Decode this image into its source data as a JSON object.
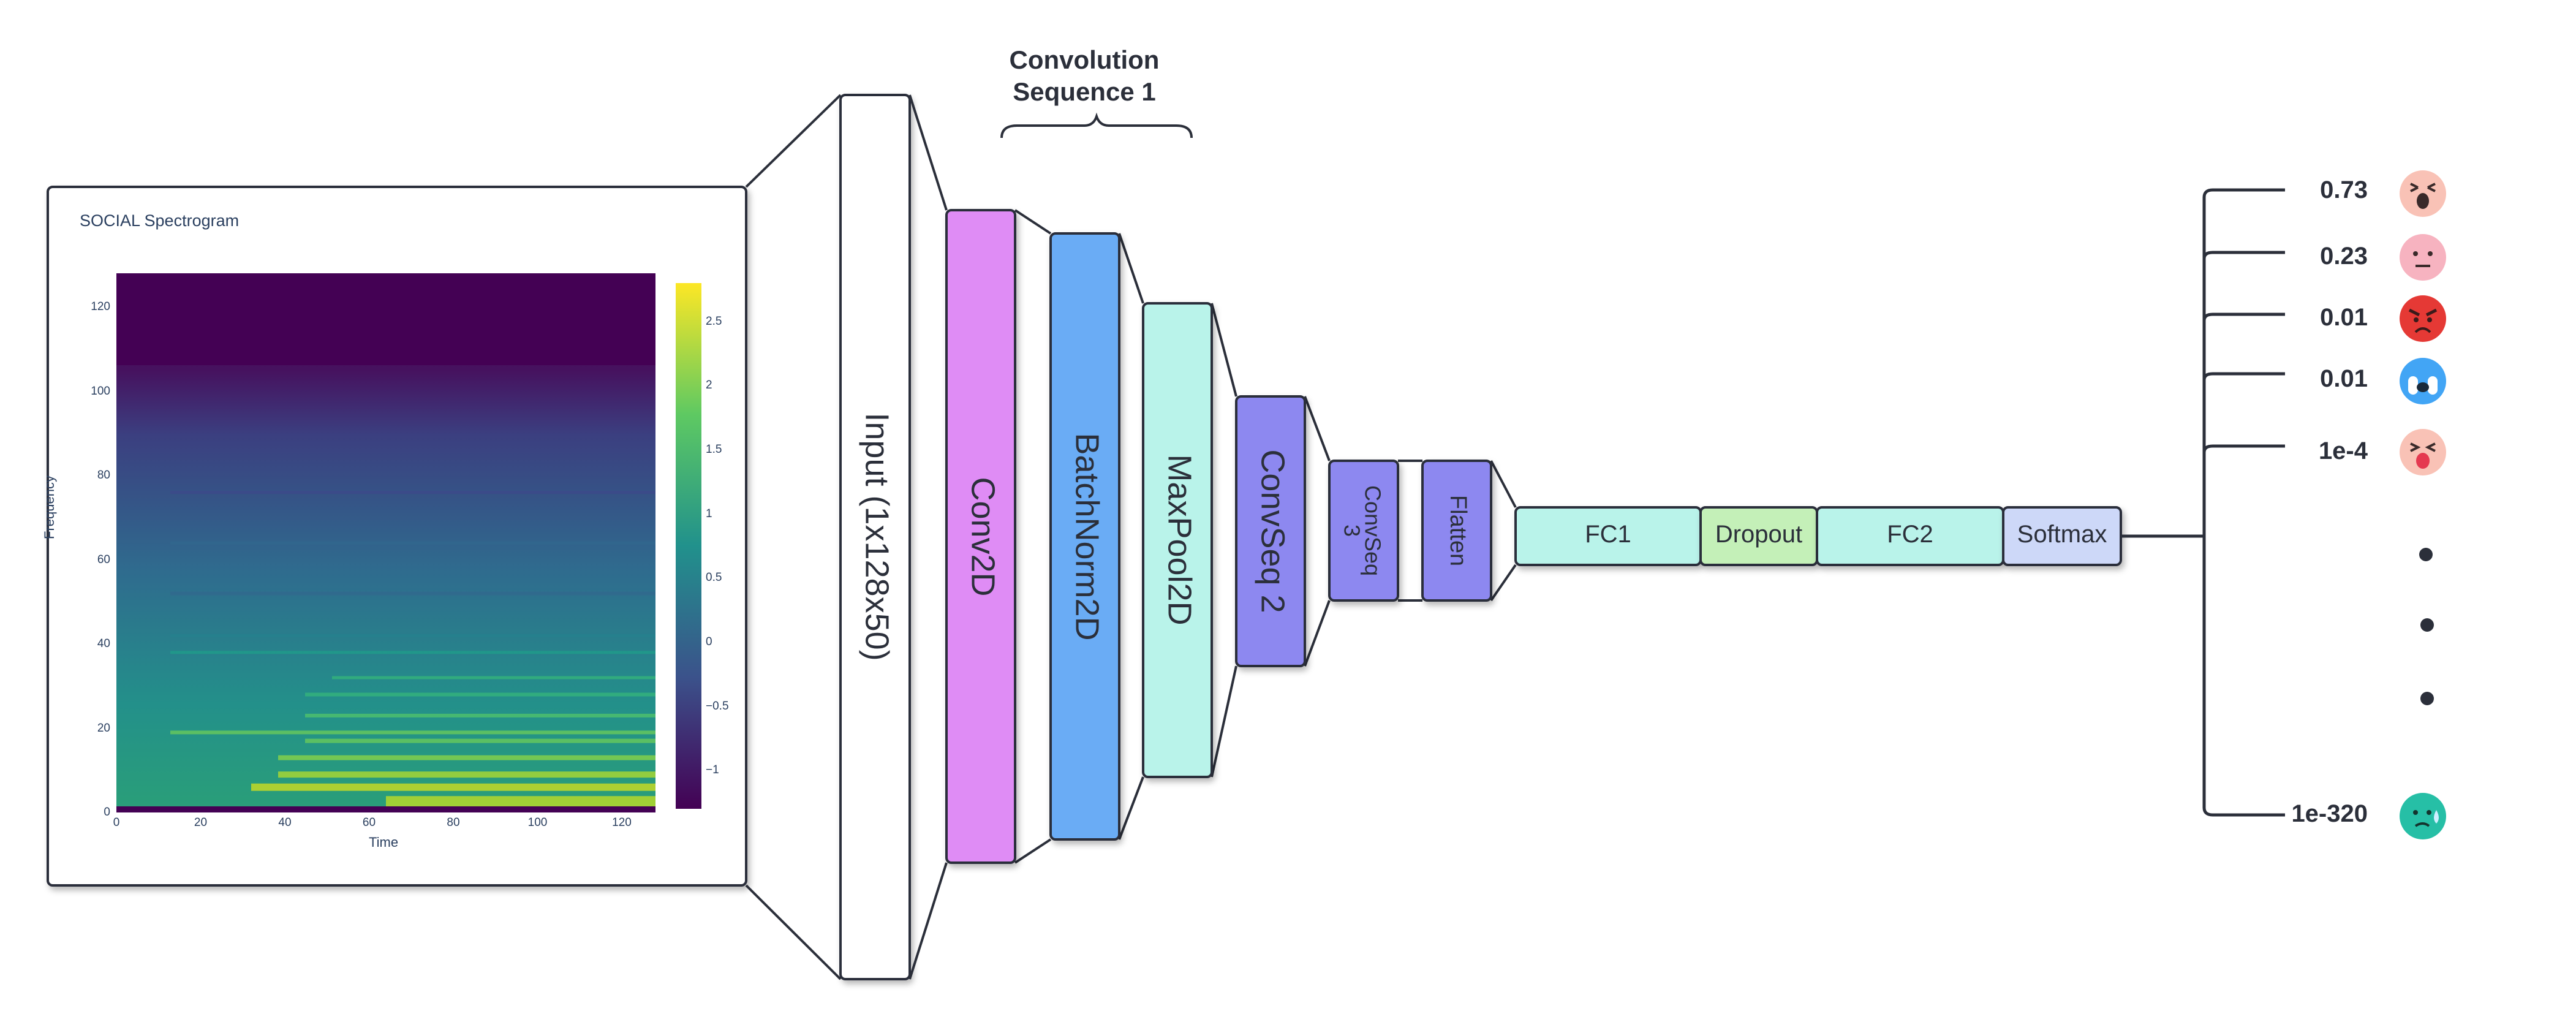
{
  "spectrogram": {
    "title": "SOCIAL Spectrogram",
    "xlabel": "Time",
    "ylabel": "Frequency",
    "xticks": [
      "0",
      "20",
      "40",
      "60",
      "80",
      "100",
      "120"
    ],
    "yticks": [
      "0",
      "20",
      "40",
      "60",
      "80",
      "100",
      "120"
    ],
    "colorbar_ticks": [
      "2.5",
      "2",
      "1.5",
      "1",
      "0.5",
      "0",
      "−0.5",
      "−1"
    ],
    "colorscale": "viridis"
  },
  "layers": {
    "input": "Input (1x128x50)",
    "conv2d": "Conv2D",
    "batchnorm": "BatchNorm2D",
    "maxpool": "MaxPool2D",
    "convseq2": "ConvSeq 2",
    "convseq3": "ConvSeq 3",
    "flatten": "Flatten",
    "fc1": "FC1",
    "dropout": "Dropout",
    "fc2": "FC2",
    "softmax": "Softmax"
  },
  "conv_group_label": [
    "Convolution",
    "Sequence 1"
  ],
  "outputs": [
    {
      "prob": "0.73",
      "icon": "shouting-face-icon",
      "color": "#f9c2b6"
    },
    {
      "prob": "0.23",
      "icon": "neutral-face-icon",
      "color": "#f7b3c0"
    },
    {
      "prob": "0.01",
      "icon": "angry-face-icon",
      "color": "#e53935"
    },
    {
      "prob": "0.01",
      "icon": "crying-face-icon",
      "color": "#42a5f5"
    },
    {
      "prob": "1e-4",
      "icon": "tongue-out-face-icon",
      "color": "#f9c2b6"
    },
    {
      "prob": "1e-320",
      "icon": "sweating-face-icon",
      "color": "#26bfa6"
    }
  ],
  "colors": {
    "conv2d": "#df8cf5",
    "batchnorm": "#6aacf5",
    "maxpool": "#b9f3ea",
    "convseq": "#8d88f0",
    "fc": "#b9f3ea",
    "dropout": "#c4f0b8",
    "softmax": "#cdd8f8",
    "stroke": "#2b2f3a"
  }
}
